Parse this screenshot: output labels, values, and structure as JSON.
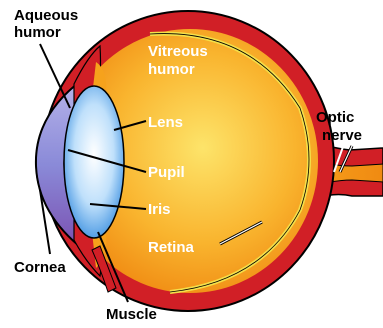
{
  "labels": {
    "aqueous_line1": "Aqueous",
    "aqueous_line2": "humor",
    "vitreous_line1": "Vitreous",
    "vitreous_line2": "humor",
    "lens": "Lens",
    "pupil": "Pupil",
    "iris": "Iris",
    "optic_line1": "Optic",
    "optic_line2": "nerve",
    "retina": "Retina",
    "cornea": "Cornea",
    "muscle": "Muscle"
  },
  "colors": {
    "sclera": "#d11f26",
    "vitreous_center": "#fde46a",
    "vitreous_edge": "#f08a12",
    "lens_center": "#ffffff",
    "lens_edge": "#3a8fe0",
    "aqueous_top": "#8a8ad8",
    "aqueous_bottom": "#7a4fb0",
    "retina_line": "#f4e04a",
    "outline": "#000000",
    "label_text": "#ffffff",
    "outside_label_text": "#000000"
  }
}
